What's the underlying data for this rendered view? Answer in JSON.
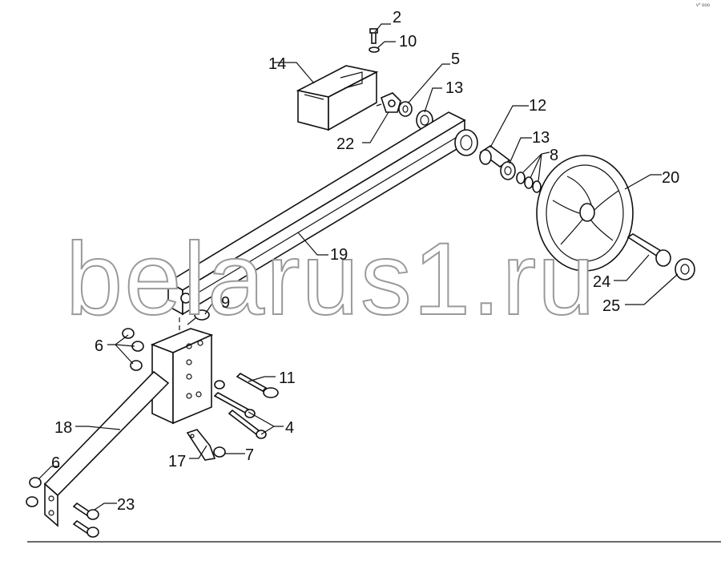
{
  "watermark": "belarus1.ru",
  "corner_mark": "v* ooo",
  "callouts": {
    "c2": "2",
    "c10": "10",
    "c5": "5",
    "c14": "14",
    "c13a": "13",
    "c22": "22",
    "c12": "12",
    "c13b": "13",
    "c8": "8",
    "c20": "20",
    "c19": "19",
    "c24": "24",
    "c25": "25",
    "c9": "9",
    "c6a": "6",
    "c11": "11",
    "c4": "4",
    "c18": "18",
    "c17": "17",
    "c7": "7",
    "c6b": "6",
    "c23": "23"
  }
}
